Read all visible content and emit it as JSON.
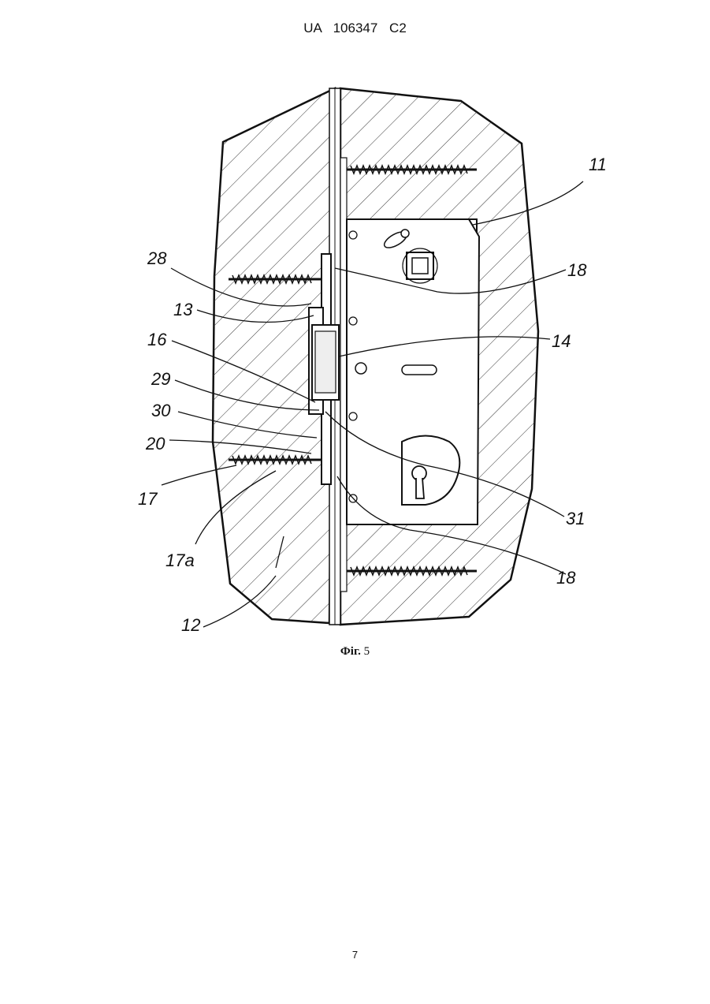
{
  "header": {
    "patent_number": "UA   106347   C2"
  },
  "figure": {
    "caption_prefix": "Фіг.",
    "caption_number": "5",
    "labels": {
      "l11": "11",
      "l18a": "18",
      "l14": "14",
      "l31": "31",
      "l18b": "18",
      "l28": "28",
      "l13": "13",
      "l16": "16",
      "l29": "29",
      "l30": "30",
      "l20": "20",
      "l17": "17",
      "l17a": "17a",
      "l12": "12"
    }
  },
  "page_number": "7"
}
